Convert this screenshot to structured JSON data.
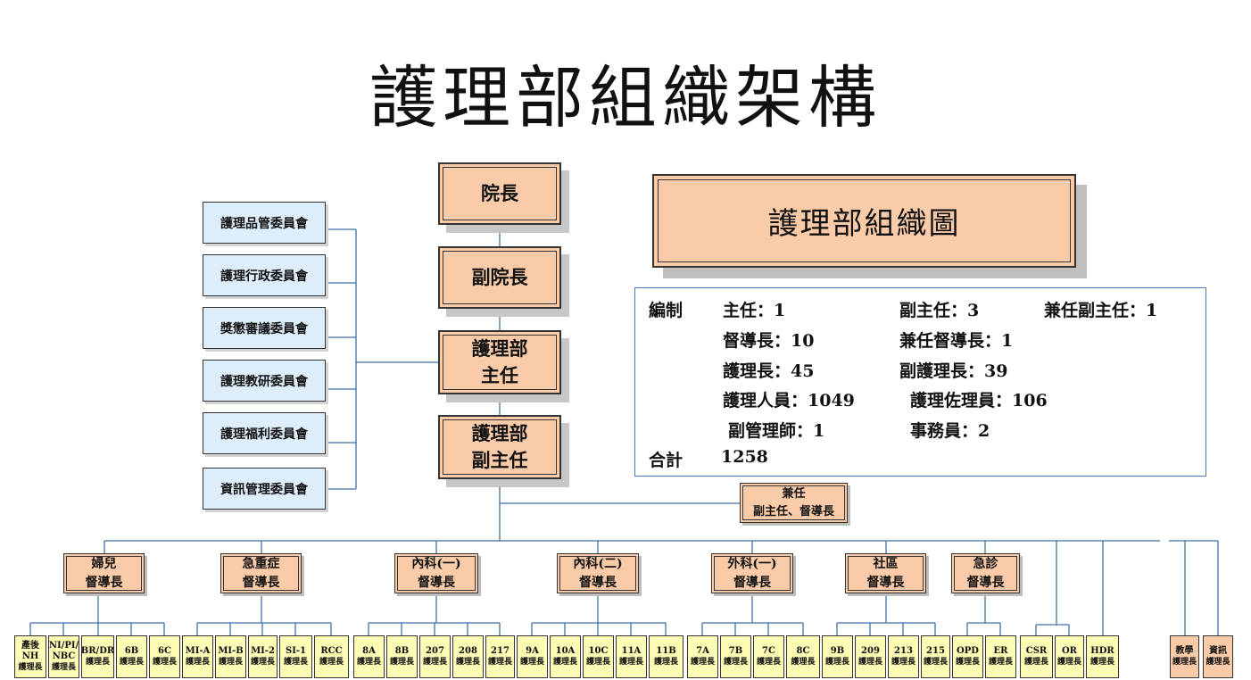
{
  "title": "護理部組織架構",
  "chain": [
    {
      "id": "president",
      "label": "院長"
    },
    {
      "id": "vice-president",
      "label": "副院長"
    },
    {
      "id": "director",
      "label": "護理部\n主任"
    },
    {
      "id": "deputy-director",
      "label": "護理部\n副主任"
    }
  ],
  "committees": [
    "護理品管委員會",
    "護理行政委員會",
    "獎懲審議委員會",
    "護理教研委員會",
    "護理福利委員會",
    "資訊管理委員會"
  ],
  "banner": "護理部組織圖",
  "staffing": {
    "establishment_label": "編制",
    "lines": [
      [
        "主任：1",
        "副主任：3",
        "兼任副主任：1"
      ],
      [
        "督導長：10",
        "兼任督導長：1"
      ],
      [
        "護理長：45",
        "副護理長：39"
      ],
      [
        "護理人員：1049",
        "護理佐理員：106"
      ],
      [
        "副管理師：1",
        "事務員：2"
      ]
    ],
    "total_label": "合計",
    "total_value": "1258"
  },
  "concurrent": "兼任\n副主任、督導長",
  "supervisors": [
    {
      "label": "婦兒\n督導長",
      "units": [
        "產後\nNH",
        "NI/PI/\nNBC",
        "BR/DR",
        "6B",
        "6C"
      ]
    },
    {
      "label": "急重症\n督導長",
      "units": [
        "MI-A",
        "MI-B",
        "MI-2",
        "SI-1",
        "RCC"
      ]
    },
    {
      "label": "內科(一)\n督導長",
      "units": [
        "8A",
        "8B",
        "207",
        "208",
        "217"
      ]
    },
    {
      "label": "內科(二)\n督導長",
      "units": [
        "9A",
        "10A",
        "10C",
        "11A",
        "11B"
      ]
    },
    {
      "label": "外科(一)\n督導長",
      "units": [
        "7A",
        "7B",
        "7C",
        "8C"
      ]
    },
    {
      "label": "社區\n督導長",
      "units": [
        "9B",
        "209",
        "213",
        "215"
      ]
    },
    {
      "label": "急診\n督導長",
      "units": [
        "OPD",
        "ER"
      ]
    }
  ],
  "direct_units": [
    "CSR",
    "OR",
    "HDR"
  ],
  "special_units": [
    "教學",
    "資訊"
  ],
  "unit_role": "護理長"
}
